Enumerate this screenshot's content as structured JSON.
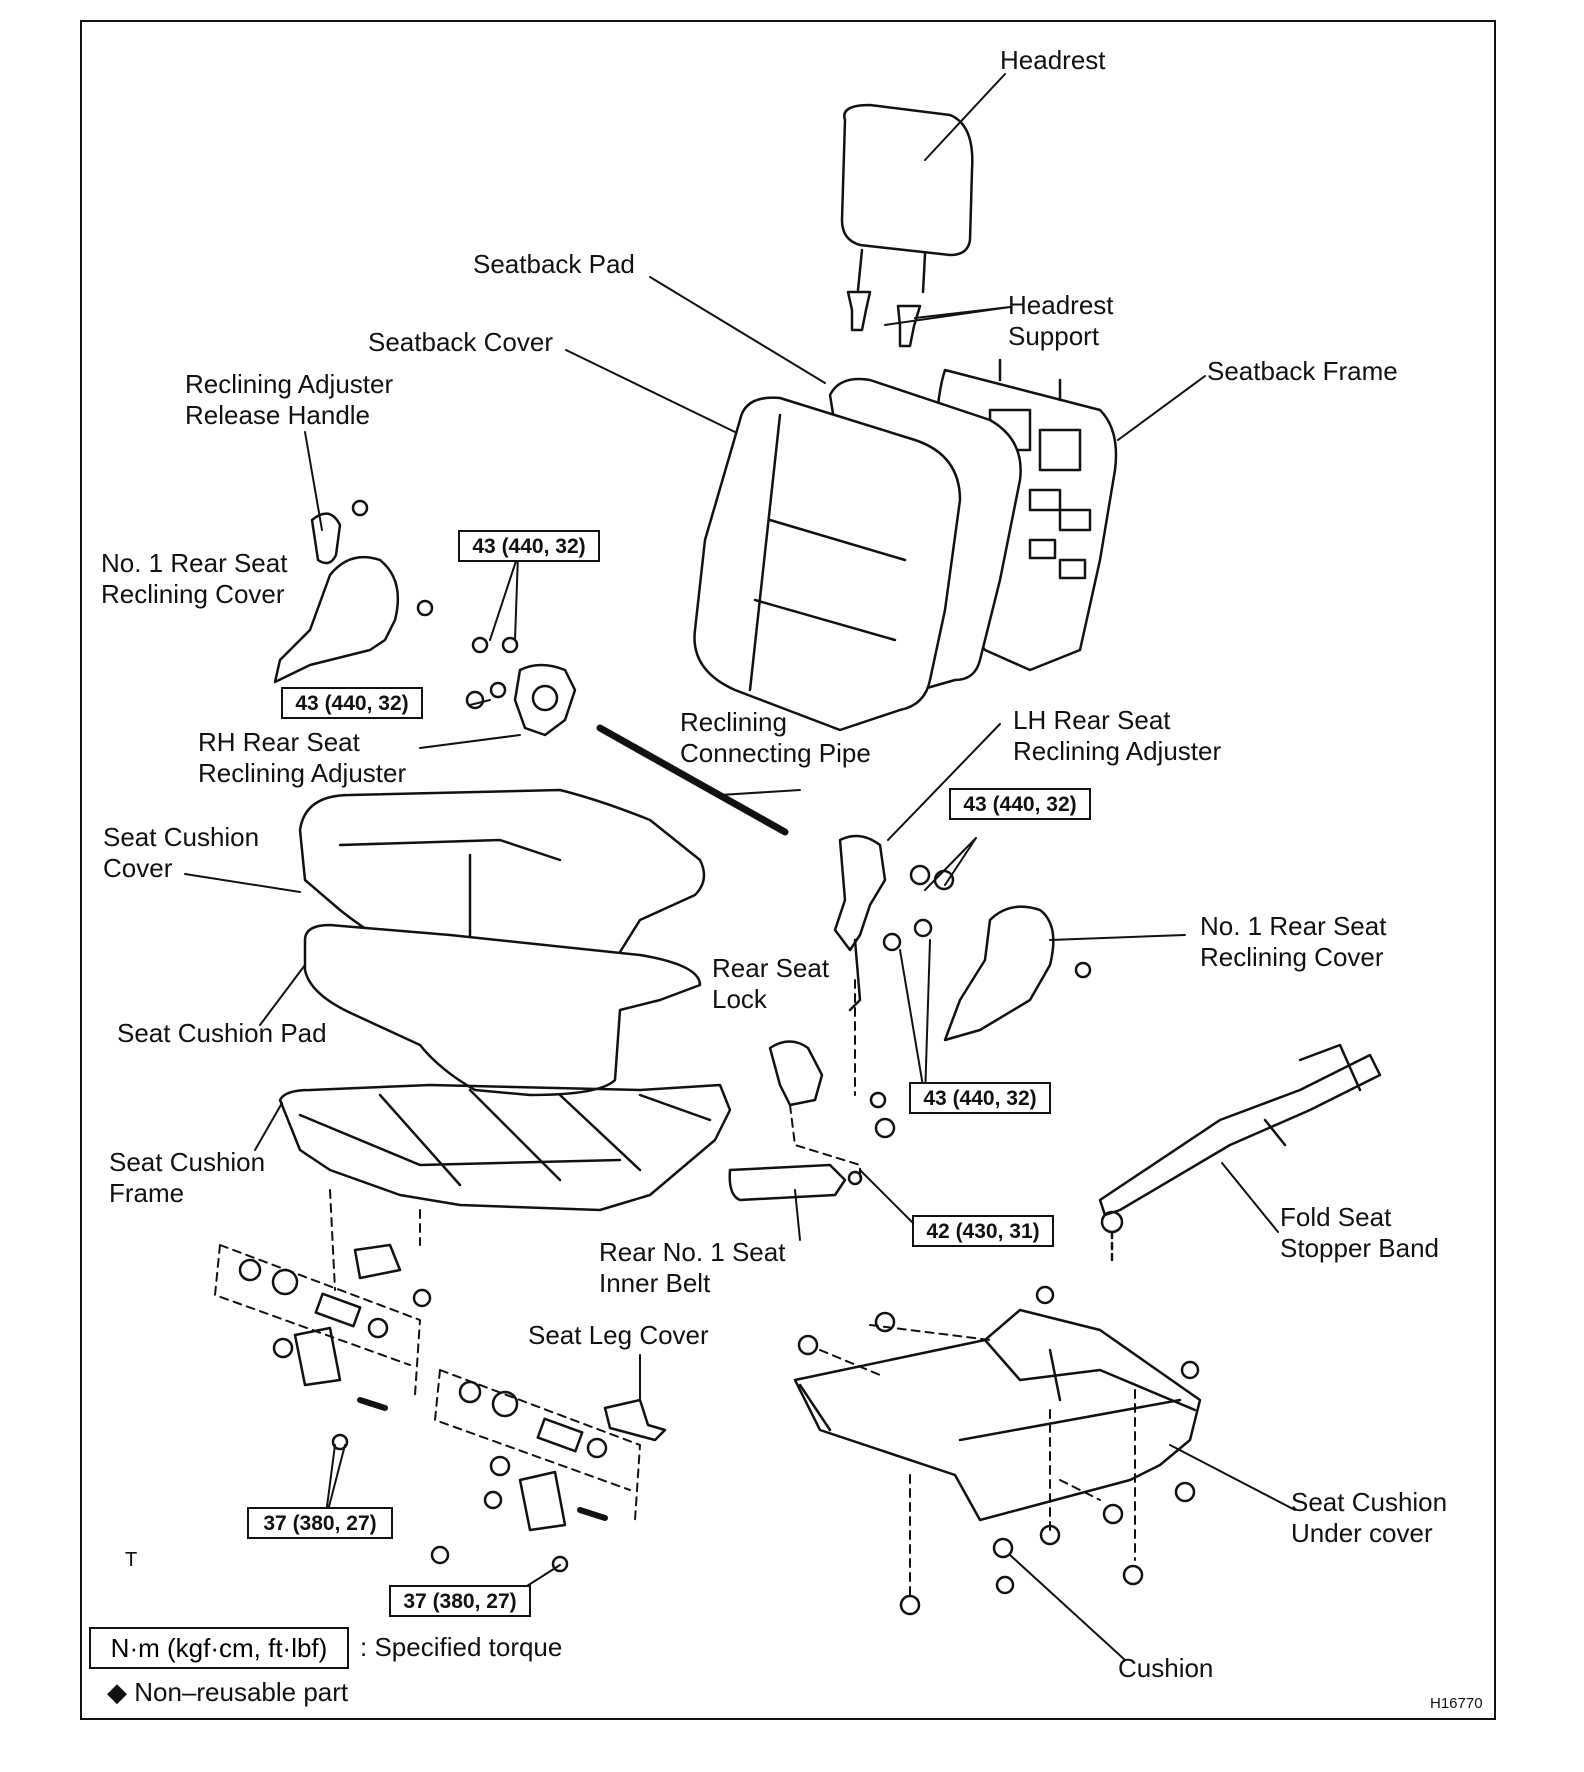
{
  "labels": {
    "headrest": "Headrest",
    "seatback_pad": "Seatback Pad",
    "headrest_support": "Headrest\nSupport",
    "seatback_cover": "Seatback Cover",
    "seatback_frame": "Seatback Frame",
    "release_handle": "Reclining Adjuster\nRelease Handle",
    "no1_cover_left": "No. 1 Rear Seat\nReclining Cover",
    "rh_adjuster": "RH Rear Seat\nReclining Adjuster",
    "connecting_pipe": "Reclining\nConnecting Pipe",
    "lh_adjuster": "LH Rear Seat\nReclining Adjuster",
    "cushion_cover": "Seat Cushion\nCover",
    "no1_cover_right": "No. 1 Rear Seat\nReclining Cover",
    "rear_seat_lock": "Rear Seat\nLock",
    "cushion_pad": "Seat Cushion Pad",
    "cushion_frame": "Seat Cushion\nFrame",
    "inner_belt": "Rear No. 1 Seat\nInner Belt",
    "stopper_band": "Fold Seat\nStopper Band",
    "leg_cover": "Seat Leg Cover",
    "under_cover": "Seat Cushion\nUnder cover",
    "cushion": "Cushion",
    "t_mark": "T",
    "figure_code": "H16770"
  },
  "torques": {
    "t1": "43 (440, 32)",
    "t2": "43 (440, 32)",
    "t3": "43 (440, 32)",
    "t4": "43 (440, 32)",
    "t5": "42 (430, 31)",
    "t6": "37 (380, 27)",
    "t7": "37 (380, 27)"
  },
  "legend": {
    "unit_box": "N·m (kgf·cm, ft·lbf)",
    "unit_desc": ": Specified torque",
    "nonreusable": "◆ Non–reusable part"
  },
  "colors": {
    "line": "#111111",
    "background": "#ffffff"
  }
}
